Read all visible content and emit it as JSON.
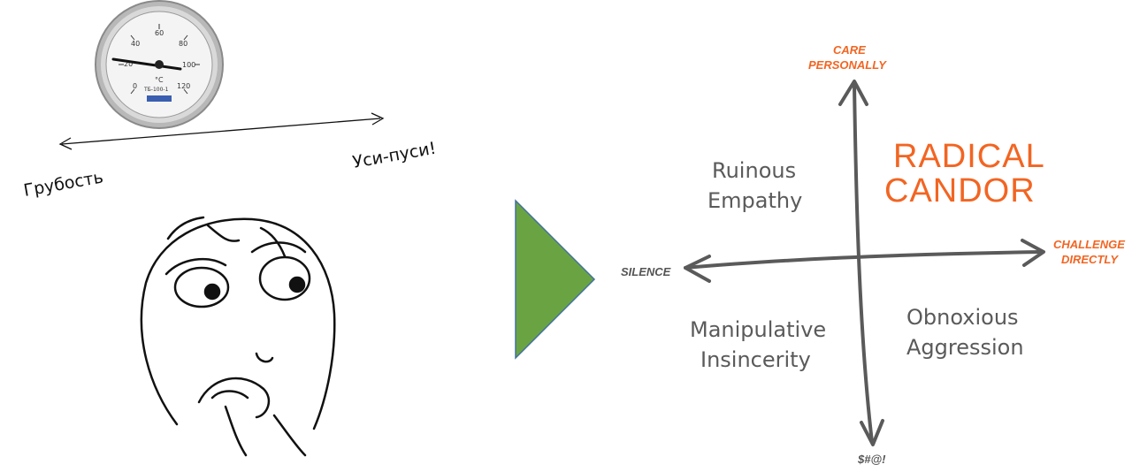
{
  "left_panel": {
    "thermometer": {
      "scale_numbers": [
        "0",
        "20",
        "40",
        "60",
        "80",
        "100",
        "120"
      ],
      "unit": "°C",
      "model": "ТБ-100-1"
    },
    "scale_left_label": "Грубость",
    "scale_right_label": "Уси-пуси!",
    "face_icon": "thinking-face-icon"
  },
  "divider_arrow": {
    "icon": "play-triangle-icon",
    "color": "#6aa442"
  },
  "radical_candor": {
    "axis_top_label_line1": "CARE",
    "axis_top_label_line2": "PERSONALLY",
    "axis_right_label_line1": "CHALLENGE",
    "axis_right_label_line2": "DIRECTLY",
    "axis_left_label": "SILENCE",
    "axis_bottom_label": "$#@!",
    "quadrant_top_right_line1": "RADICAL",
    "quadrant_top_right_line2": "CANDOR",
    "quadrant_top_left_line1": "Ruinous",
    "quadrant_top_left_line2": "Empathy",
    "quadrant_bottom_left_line1": "Manipulative",
    "quadrant_bottom_left_line2": "Insincerity",
    "quadrant_bottom_right_line1": "Obnoxious",
    "quadrant_bottom_right_line2": "Aggression",
    "accent_color": "#f26522",
    "axis_color": "#5a5a5a"
  }
}
